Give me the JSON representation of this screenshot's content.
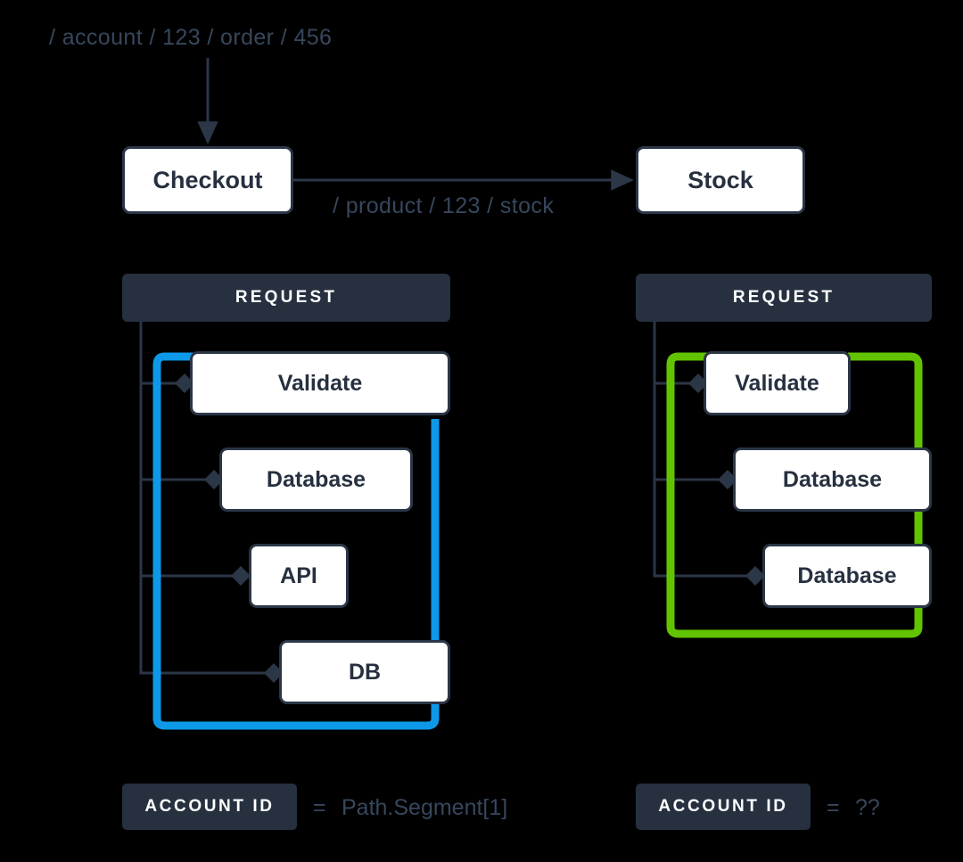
{
  "colors": {
    "background": "#000000",
    "ink": "#26303f",
    "border": "#2b3647",
    "muted_text": "#37475c",
    "box_fill": "#ffffff",
    "trace_blue": "#0d99e8",
    "trace_green": "#62c400",
    "header_fill": "#26303f",
    "header_text": "#ffffff"
  },
  "flow": {
    "incoming_path": "/ account / 123 / order / 456",
    "outgoing_path": "/ product / 123 / stock",
    "services": [
      {
        "label": "Checkout"
      },
      {
        "label": "Stock"
      }
    ]
  },
  "panels": [
    {
      "header": "REQUEST",
      "trace_color": "#0d99e8",
      "spans": [
        {
          "label": "Validate"
        },
        {
          "label": "Database"
        },
        {
          "label": "API"
        },
        {
          "label": "DB"
        }
      ],
      "badge": {
        "label": "ACCOUNT ID",
        "equals": "=",
        "value": "Path.Segment[1]"
      }
    },
    {
      "header": "REQUEST",
      "trace_color": "#62c400",
      "spans": [
        {
          "label": "Validate"
        },
        {
          "label": "Database"
        },
        {
          "label": "Database"
        }
      ],
      "badge": {
        "label": "ACCOUNT ID",
        "equals": "=",
        "value": "??"
      }
    }
  ]
}
